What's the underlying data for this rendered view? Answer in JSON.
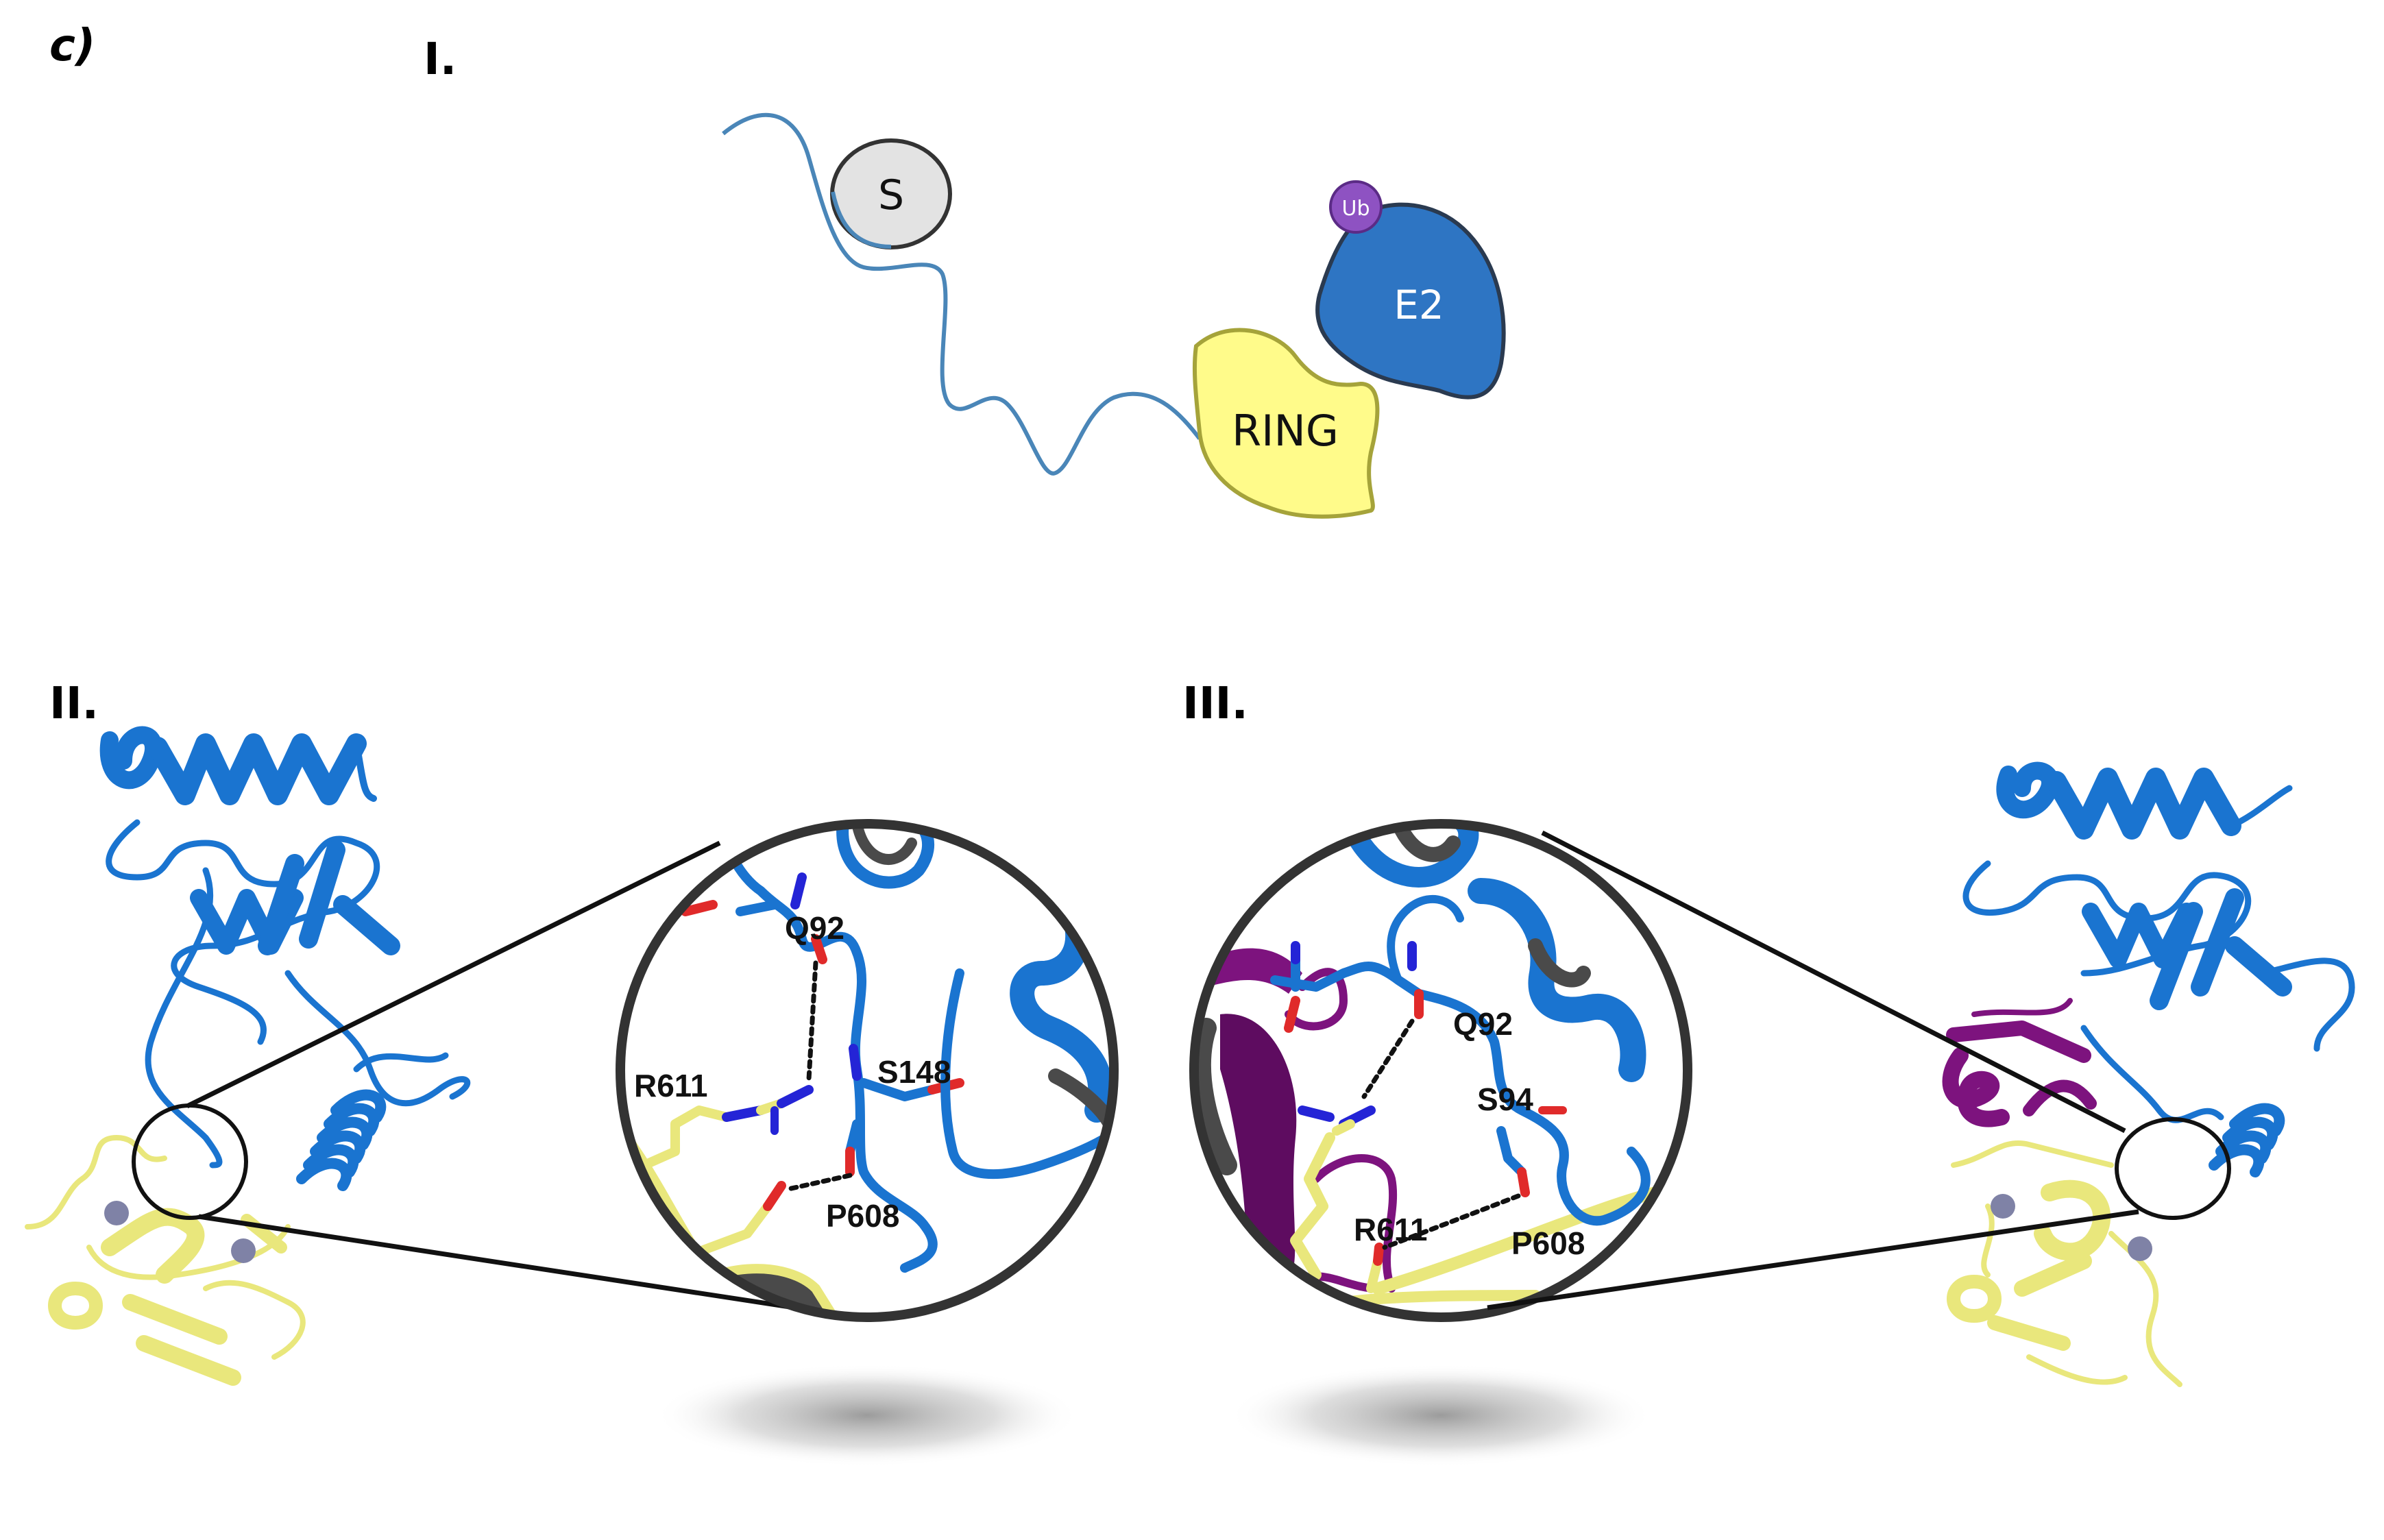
{
  "figure": {
    "panel_letter": "c)",
    "panels": {
      "I": {
        "label": "I.",
        "schematic": {
          "substrate": {
            "label": "S",
            "fill": "#e3e3e3",
            "stroke": "#333333"
          },
          "ring": {
            "label": "RING",
            "fill": "#fffb8a",
            "stroke": "#a5a33a"
          },
          "e2": {
            "label": "E2",
            "fill": "#2e75c3",
            "stroke": "#2a3a50",
            "text_color": "#ffffff"
          },
          "ubiquitin": {
            "label": "Ub",
            "fill": "#8e52c2",
            "stroke": "#5b2b86",
            "text_color": "#ffffff"
          },
          "linker_color": "#4a86b8"
        }
      },
      "II": {
        "label": "II.",
        "zoom_residues": [
          {
            "name": "Q92",
            "color": "blue-chain"
          },
          {
            "name": "R611",
            "color": "yellow-chain"
          },
          {
            "name": "S148",
            "color": "blue-chain"
          },
          {
            "name": "P608",
            "color": "yellow-chain"
          }
        ]
      },
      "III": {
        "label": "III.",
        "zoom_residues": [
          {
            "name": "Q92",
            "color": "blue-chain"
          },
          {
            "name": "S94",
            "color": "blue-chain"
          },
          {
            "name": "R611",
            "color": "yellow-chain"
          },
          {
            "name": "P608",
            "color": "yellow-chain"
          }
        ]
      }
    },
    "colors": {
      "blue_chain": "#1a74d0",
      "yellow_chain": "#f0ee8a",
      "purple_chain": "#7d137e",
      "zinc": "#7f82a6",
      "oxygen": "#e02a2a",
      "nitrogen": "#2424d6",
      "lens_rim": "#333333",
      "shadow": "#9a9a9a"
    }
  }
}
